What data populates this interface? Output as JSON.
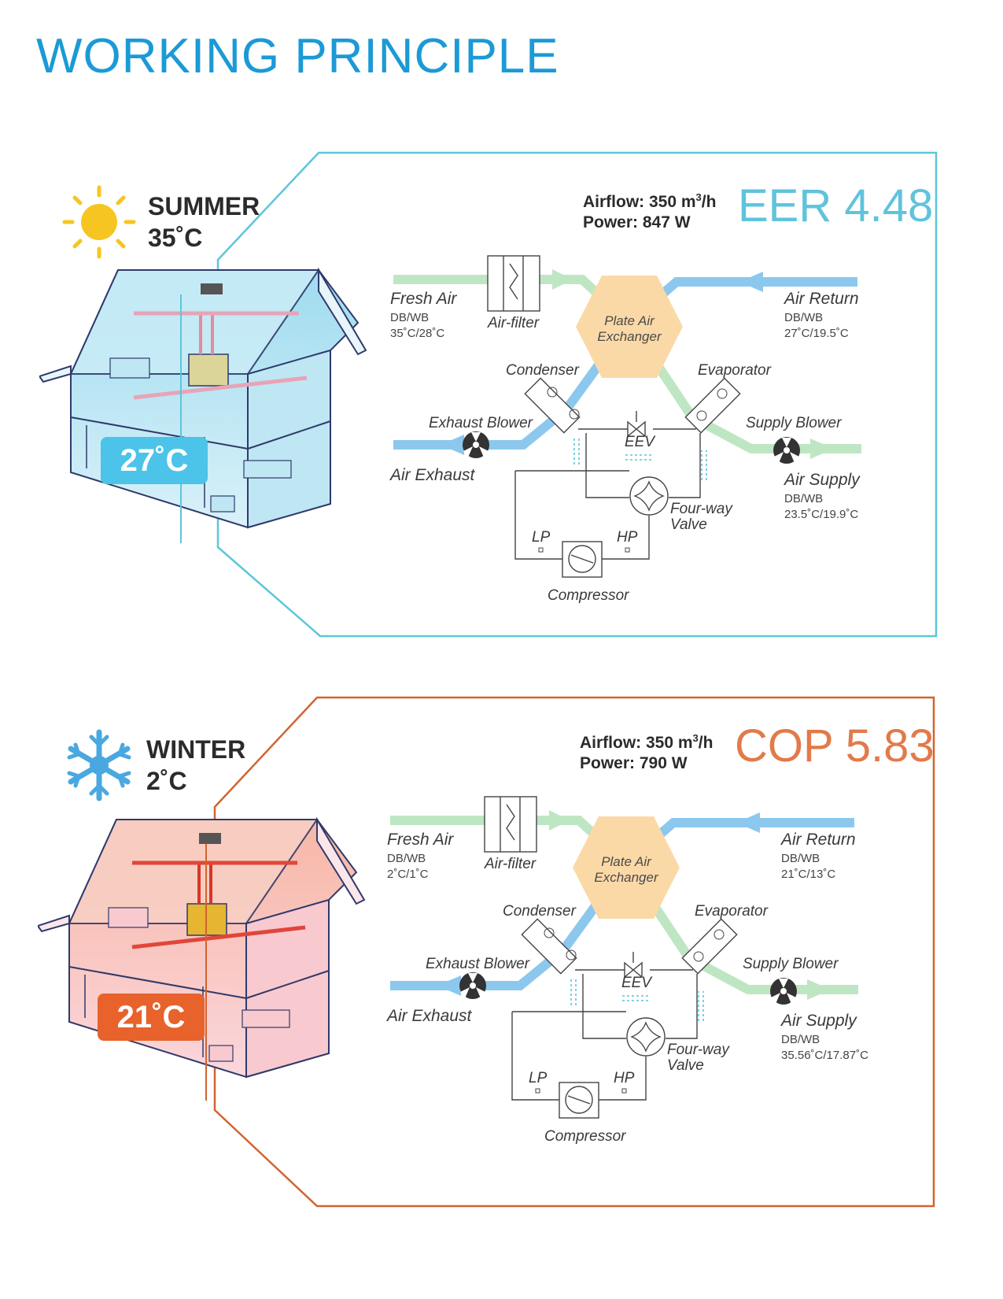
{
  "page": {
    "title": "WORKING PRINCIPLE"
  },
  "colors": {
    "title": "#1b9ad6",
    "summer_frame": "#5cc6da",
    "winter_frame": "#d2632f",
    "fresh_air": "#bfe6c3",
    "return_air": "#8cc8ee",
    "exchanger": "#fbd9a7"
  },
  "summer": {
    "season": "SUMMER",
    "outdoor_temp": "35˚C",
    "icon": "sun-icon",
    "indoor_temp": "27˚C",
    "airflow_label": "Airflow: 350 m",
    "airflow_sup": "3",
    "airflow_unit": "/h",
    "power": "Power: 847 W",
    "efficiency": "EER 4.48",
    "diagram": {
      "fresh_air": "Fresh Air",
      "fresh_dbwb_label": "DB/WB",
      "fresh_dbwb": "35˚C/28˚C",
      "air_filter": "Air-filter",
      "exchanger_line1": "Plate Air",
      "exchanger_line2": "Exchanger",
      "air_return": "Air Return",
      "return_dbwb_label": "DB/WB",
      "return_dbwb": "27˚C/19.5˚C",
      "condenser": "Condenser",
      "evaporator": "Evaporator",
      "exhaust_blower": "Exhaust Blower",
      "supply_blower": "Supply Blower",
      "eev": "EEV",
      "air_exhaust": "Air Exhaust",
      "air_supply": "Air Supply",
      "supply_dbwb_label": "DB/WB",
      "supply_dbwb": "23.5˚C/19.9˚C",
      "four_way_line1": "Four-way",
      "four_way_line2": "Valve",
      "lp": "LP",
      "hp": "HP",
      "compressor": "Compressor"
    }
  },
  "winter": {
    "season": "WINTER",
    "outdoor_temp": "2˚C",
    "icon": "snowflake-icon",
    "indoor_temp": "21˚C",
    "airflow_label": "Airflow: 350 m",
    "airflow_sup": "3",
    "airflow_unit": "/h",
    "power": "Power: 790 W",
    "efficiency": "COP 5.83",
    "diagram": {
      "fresh_air": "Fresh Air",
      "fresh_dbwb_label": "DB/WB",
      "fresh_dbwb": "2˚C/1˚C",
      "air_filter": "Air-filter",
      "exchanger_line1": "Plate Air",
      "exchanger_line2": "Exchanger",
      "air_return": "Air Return",
      "return_dbwb_label": "DB/WB",
      "return_dbwb": "21˚C/13˚C",
      "condenser": "Condenser",
      "evaporator": "Evaporator",
      "exhaust_blower": "Exhaust Blower",
      "supply_blower": "Supply Blower",
      "eev": "EEV",
      "air_exhaust": "Air Exhaust",
      "air_supply": "Air Supply",
      "supply_dbwb_label": "DB/WB",
      "supply_dbwb": "35.56˚C/17.87˚C",
      "four_way_line1": "Four-way",
      "four_way_line2": "Valve",
      "lp": "LP",
      "hp": "HP",
      "compressor": "Compressor"
    }
  }
}
